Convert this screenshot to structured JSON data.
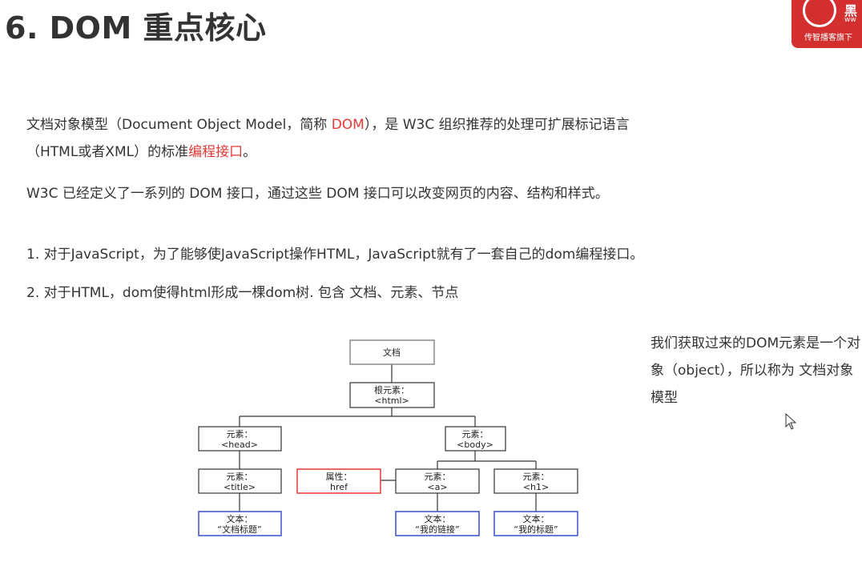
{
  "slide": {
    "title": "6. DOM 重点核心"
  },
  "logo": {
    "mark": "黑",
    "www": "ww",
    "subtitle": "传智播客旗下"
  },
  "paragraphs": {
    "p1": {
      "a": "文档对象模型（Document Object Model，简称 ",
      "b": "DOM",
      "c": "），是 W3C 组织推荐的处理可扩展标记语言"
    },
    "p1_line2": {
      "a": "（HTML或者XML）的标准",
      "b": "编程接口",
      "c": "。"
    },
    "p2": "W3C 已经定义了一系列的 DOM 接口，通过这些 DOM 接口可以改变网页的内容、结构和样式。",
    "p3": "1. 对于JavaScript，为了能够使JavaScript操作HTML，JavaScript就有了一套自己的dom编程接口。",
    "p4": "2. 对于HTML，dom使得html形成一棵dom树. 包含 文档、元素、节点"
  },
  "side_note": "我们获取过来的DOM元素是一个对象（object），所以称为 文档对象模型",
  "tree": {
    "document": "文档",
    "root": {
      "l1": "根元素：",
      "l2": "<html>"
    },
    "head": {
      "l1": "元素：",
      "l2": "<head>"
    },
    "body": {
      "l1": "元素：",
      "l2": "<body>"
    },
    "title_el": {
      "l1": "元素：",
      "l2": "<title>"
    },
    "attr": {
      "l1": "属性：",
      "l2": "href"
    },
    "a_el": {
      "l1": "元素：",
      "l2": "<a>"
    },
    "h1_el": {
      "l1": "元素：",
      "l2": "<h1>"
    },
    "text_title": {
      "l1": "文本：",
      "l2": "“文档标题”"
    },
    "text_link": {
      "l1": "文本：",
      "l2": "“我的链接”"
    },
    "text_h1": {
      "l1": "文本：",
      "l2": "“我的标题”"
    }
  },
  "colors": {
    "accent_red": "#e53935",
    "node_gray": "#7f7f7f",
    "node_black": "#333333",
    "node_attr": "#e53935",
    "node_text": "#3a4fc8"
  }
}
